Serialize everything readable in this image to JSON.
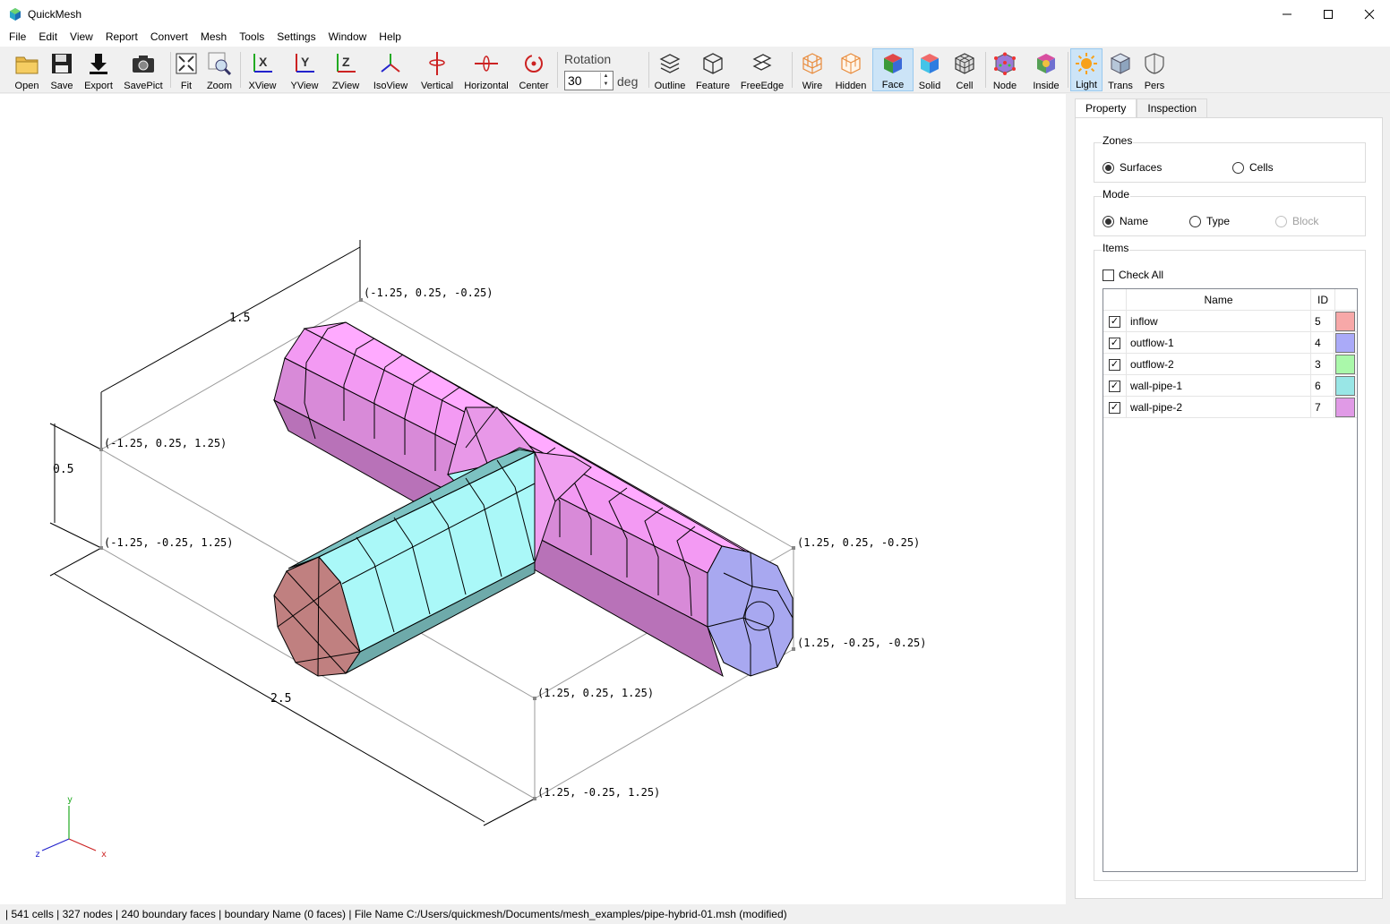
{
  "window": {
    "title": "QuickMesh",
    "minimize_icon": "minimize-icon",
    "maximize_icon": "maximize-icon",
    "close_icon": "close-icon"
  },
  "menu": [
    "File",
    "Edit",
    "View",
    "Report",
    "Convert",
    "Mesh",
    "Tools",
    "Settings",
    "Window",
    "Help"
  ],
  "toolbar": {
    "open": "Open",
    "save": "Save",
    "export": "Export",
    "savepict": "SavePict",
    "fit": "Fit",
    "zoom": "Zoom",
    "xview": "XView",
    "yview": "YView",
    "zview": "ZView",
    "isoview": "IsoView",
    "vertical": "Vertical",
    "horizontal": "Horizontal",
    "center": "Center",
    "rotation_label": "Rotation",
    "rotation_value": "30",
    "rotation_unit": "deg",
    "outline": "Outline",
    "feature": "Feature",
    "freeedge": "FreeEdge",
    "wire": "Wire",
    "hidden": "Hidden",
    "face": "Face",
    "solid": "Solid",
    "cell": "Cell",
    "node": "Node",
    "inside": "Inside",
    "light": "Light",
    "trans": "Trans",
    "pers": "Pers",
    "active_buttons": [
      "Face",
      "Light"
    ]
  },
  "viewport": {
    "coords": {
      "c1": "(-1.25, 0.25, -0.25)",
      "c2": "(-1.25, 0.25, 1.25)",
      "c3": "(-1.25, -0.25, 1.25)",
      "c4": "(1.25, 0.25, -0.25)",
      "c5": "(1.25, -0.25, -0.25)",
      "c6": "(1.25, 0.25, 1.25)",
      "c7": "(1.25, -0.25, 1.25)"
    },
    "dims": {
      "d_x": "2.5",
      "d_z": "1.5",
      "d_y": "0.5"
    },
    "axes": {
      "y": "y",
      "x": "x",
      "z": "z"
    },
    "colors": {
      "inflow": "#c08080",
      "outflow_1": "#a0a0ee",
      "wall_pipe_1": "#aaf8f8",
      "wall_pipe_2": "#ffaaff"
    }
  },
  "panel": {
    "tabs": [
      "Property",
      "Inspection"
    ],
    "active_tab": "Property",
    "zones": {
      "title": "Zones",
      "options": [
        "Surfaces",
        "Cells"
      ],
      "selected": "Surfaces"
    },
    "mode": {
      "title": "Mode",
      "options": [
        "Name",
        "Type",
        "Block"
      ],
      "selected": "Name",
      "disabled": [
        "Block"
      ]
    },
    "items": {
      "title": "Items",
      "check_all": "Check All",
      "headers": {
        "name": "Name",
        "id": "ID"
      },
      "rows": [
        {
          "name": "inflow",
          "id": "5",
          "color": "#f7a8a8",
          "checked": true
        },
        {
          "name": "outflow-1",
          "id": "4",
          "color": "#aaaaf8",
          "checked": true
        },
        {
          "name": "outflow-2",
          "id": "3",
          "color": "#aaf8aa",
          "checked": true
        },
        {
          "name": "wall-pipe-1",
          "id": "6",
          "color": "#99e6e6",
          "checked": true
        },
        {
          "name": "wall-pipe-2",
          "id": "7",
          "color": "#e09ae6",
          "checked": true
        }
      ]
    }
  },
  "status": "| 541 cells | 327 nodes | 240 boundary faces |  boundary Name  (0 faces) | File Name C:/Users/quickmesh/Documents/mesh_examples/pipe-hybrid-01.msh (modified)"
}
